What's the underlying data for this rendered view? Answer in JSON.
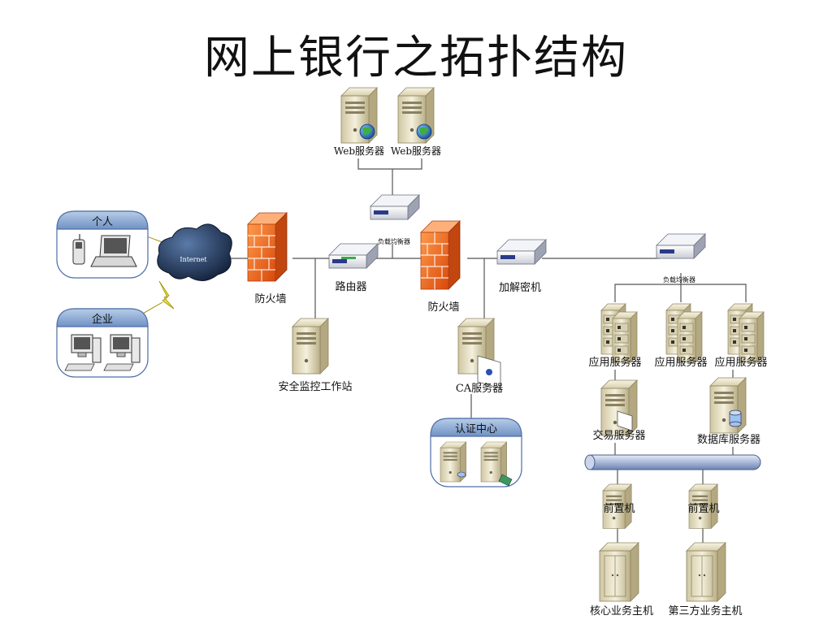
{
  "title": "网上银行之拓扑结构",
  "labels": {
    "web_server_1": "Web服务器",
    "web_server_2": "Web服务器",
    "load_balancer_top": "负载均衡器",
    "internet": "Internet",
    "router": "路由器",
    "firewall_left": "防火墙",
    "firewall_middle": "防火墙",
    "encryptor": "加解密机",
    "load_balancer_right": "负载均衡器",
    "app_server_1": "应用服务器",
    "app_server_2": "应用服务器",
    "app_server_3": "应用服务器",
    "security_monitor": "安全监控工作站",
    "ca_server": "CA服务器",
    "auth_center": "认证中心",
    "trade_server": "交易服务器",
    "db_server": "数据库服务器",
    "frontend_1": "前置机",
    "frontend_2": "前置机",
    "core_host": "核心业务主机",
    "third_party_host": "第三方业务主机"
  },
  "groups": {
    "personal": "个人",
    "enterprise": "企业"
  }
}
